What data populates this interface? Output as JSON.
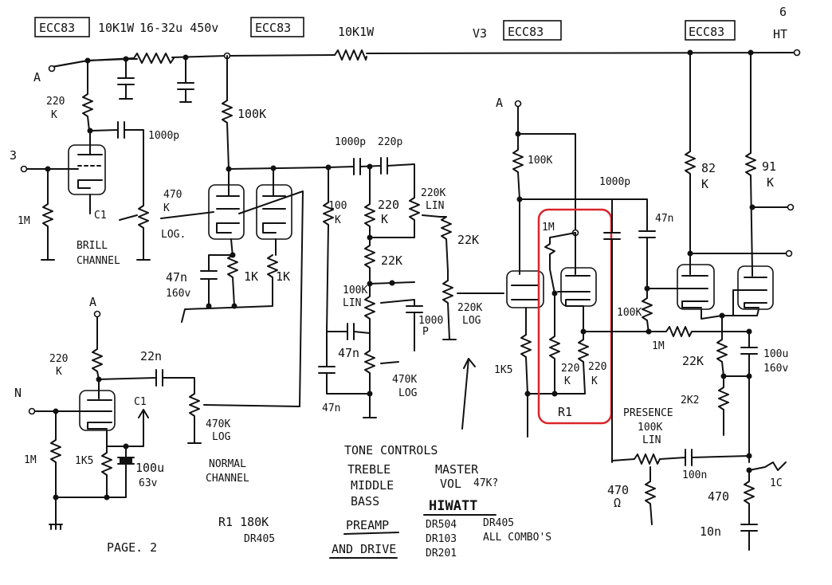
{
  "tubes": {
    "v1": "ECC83",
    "v2": "ECC83",
    "v3_prefix": "V3",
    "v3": "ECC83",
    "v4": "ECC83"
  },
  "supply": {
    "r_dropper1": "10K1W",
    "cap_rating": "16-32u 450v",
    "r_dropper2": "10K1W",
    "ht": "HT"
  },
  "labels": {
    "node_a1": "A",
    "node_a2": "A",
    "node_a3": "A",
    "in_brill": "3",
    "in_normal": "N",
    "r220k_1": "220",
    "r220k_1b": "K",
    "c1000p_1": "1000p",
    "r1m_1": "1M",
    "c1_label1": "C1",
    "brill_channel": "BRILL CHANNEL",
    "pot470k_1": "470",
    "pot470k_1b": "K",
    "pot470k_1c": "LOG.",
    "r100k_1": "100K",
    "c47n_1": "47n",
    "c47n_1b": "160v",
    "r1k_1": "1K",
    "r1k_2": "1K",
    "c1000p_2": "1000p",
    "c220p": "220p",
    "r100k_2": "100",
    "r100k_2b": "K",
    "r220k_2": "220",
    "r220k_2b": "K",
    "pot220k_lin": "220K",
    "pot220k_linb": "LIN",
    "r22k_1": "22K",
    "r22k_2": "22K",
    "pot100k_lin": "100K",
    "pot100k_linb": "LIN",
    "c1000p_3": "1000",
    "c1000p_3b": "P",
    "c47n_2": "47n",
    "pot470k_2": "470K",
    "pot470k_2b": "LOG",
    "c47n_3": "47n",
    "pot220k_log": "220K",
    "pot220k_logb": "LOG",
    "r100k_3": "100K",
    "c1000p_4": "1000p",
    "r1m_2": "1M",
    "r1k5_1": "1K5",
    "r220k_3": "220",
    "r220k_3b": "K",
    "r220k_4": "220",
    "r220k_4b": "K",
    "r1_label": "R1",
    "r82k": "82",
    "r82kb": "K",
    "r91k": "91",
    "r91kb": "K",
    "c47n_4": "47n",
    "r100k_4": "100K",
    "r1m_3": "1M",
    "r22k_3": "22K",
    "r2k2": "2K2",
    "c100u": "100u",
    "c100u_b": "160v",
    "presence": "PRESENCE",
    "pot100k_pres": "100K",
    "pot100k_presb": "LIN",
    "c100n": "100n",
    "r470_1": "470",
    "r470_2": "470",
    "c10n": "10n",
    "ohm_sym": "Ω",
    "r220k_5": "220",
    "r220k_5b": "K",
    "c22n": "22n",
    "c1_label2": "C1",
    "pot470k_3": "470K",
    "pot470k_3b": "LOG",
    "r1m_4": "1M",
    "r1k5_2": "1K5",
    "c100u_2": "100u",
    "c100u_2b": "63v",
    "normal_channel": "NORMAL CHANNEL",
    "tone_controls": "TONE CONTROLS",
    "treble": "TREBLE",
    "middle": "MIDDLE",
    "bass": "BASS",
    "master_vol": "MASTER VOL",
    "master_val": "47K?",
    "preamp": "PREAMP",
    "and_drive": "AND DRIVE",
    "r1_note": "R1 180K",
    "r1_note_b": "DR405",
    "page": "PAGE. 2",
    "hiwatt": "HIWATT",
    "models_col1": [
      "DR504",
      "DR103",
      "DR201"
    ],
    "models_col2": [
      "DR405",
      "ALL COMBO'S"
    ],
    "corner_char": "6",
    "r_side": "1C"
  },
  "highlight_color": "#d9252b"
}
